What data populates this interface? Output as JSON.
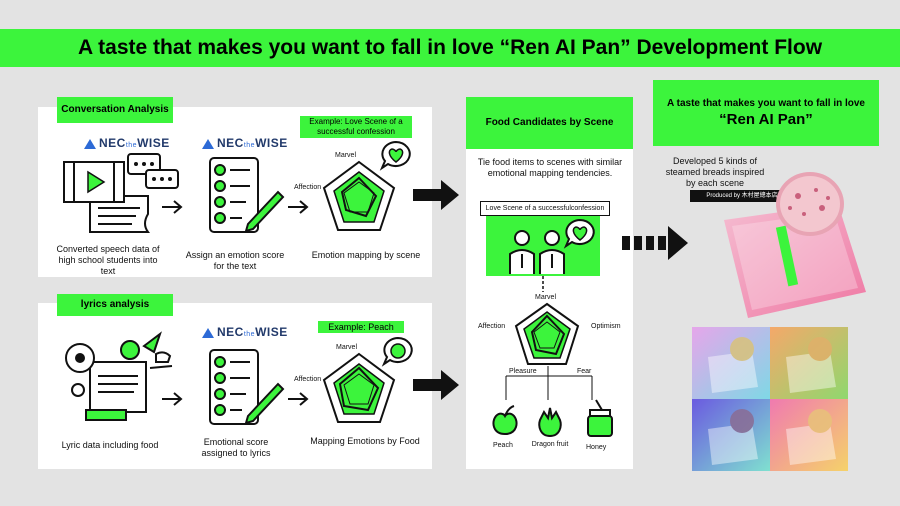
{
  "title": "A taste that makes you want to fall in love “Ren AI Pan” Development Flow",
  "conversation": {
    "tag": "Conversation Analysis",
    "nec_brand": "NEC",
    "nec_small": "the",
    "nec_wise": "WISE",
    "example": "Example: Love Scene of a successful confession",
    "step1": "Converted speech data of high school students into text",
    "step2": "Assign an emotion score for the text",
    "step3": "Emotion mapping by scene",
    "marvel": "Marvel",
    "affection": "Affection"
  },
  "lyrics": {
    "tag": "lyrics analysis",
    "example": "Example: Peach",
    "step1": "Lyric data including food",
    "step2": "Emotional score assigned to lyrics",
    "step3": "Mapping Emotions by Food",
    "marvel": "Marvel",
    "affection": "Affection"
  },
  "candidates": {
    "tag": "Food Candidates by Scene",
    "desc": "Tie food items to scenes with similar emotional mapping tendencies.",
    "scene": "Love Scene of a successfulconfession",
    "marvel": "Marvel",
    "affection": "Affection",
    "optimism": "Optimism",
    "pleasure": "Pleasure",
    "fear": "Fear",
    "food1": "Peach",
    "food2": "Dragon fruit",
    "food3": "Honey"
  },
  "product": {
    "tag_line1": "A taste that makes you want to fall in love",
    "tag_line2": "“Ren AI Pan”",
    "desc": "Developed 5 kinds of steamed breads inspired by each scene",
    "produced": "Produced by 木村屋總本店"
  },
  "colors": {
    "accent": "#3cf43c",
    "background": "#e3e3e3",
    "panel": "#ffffff"
  }
}
